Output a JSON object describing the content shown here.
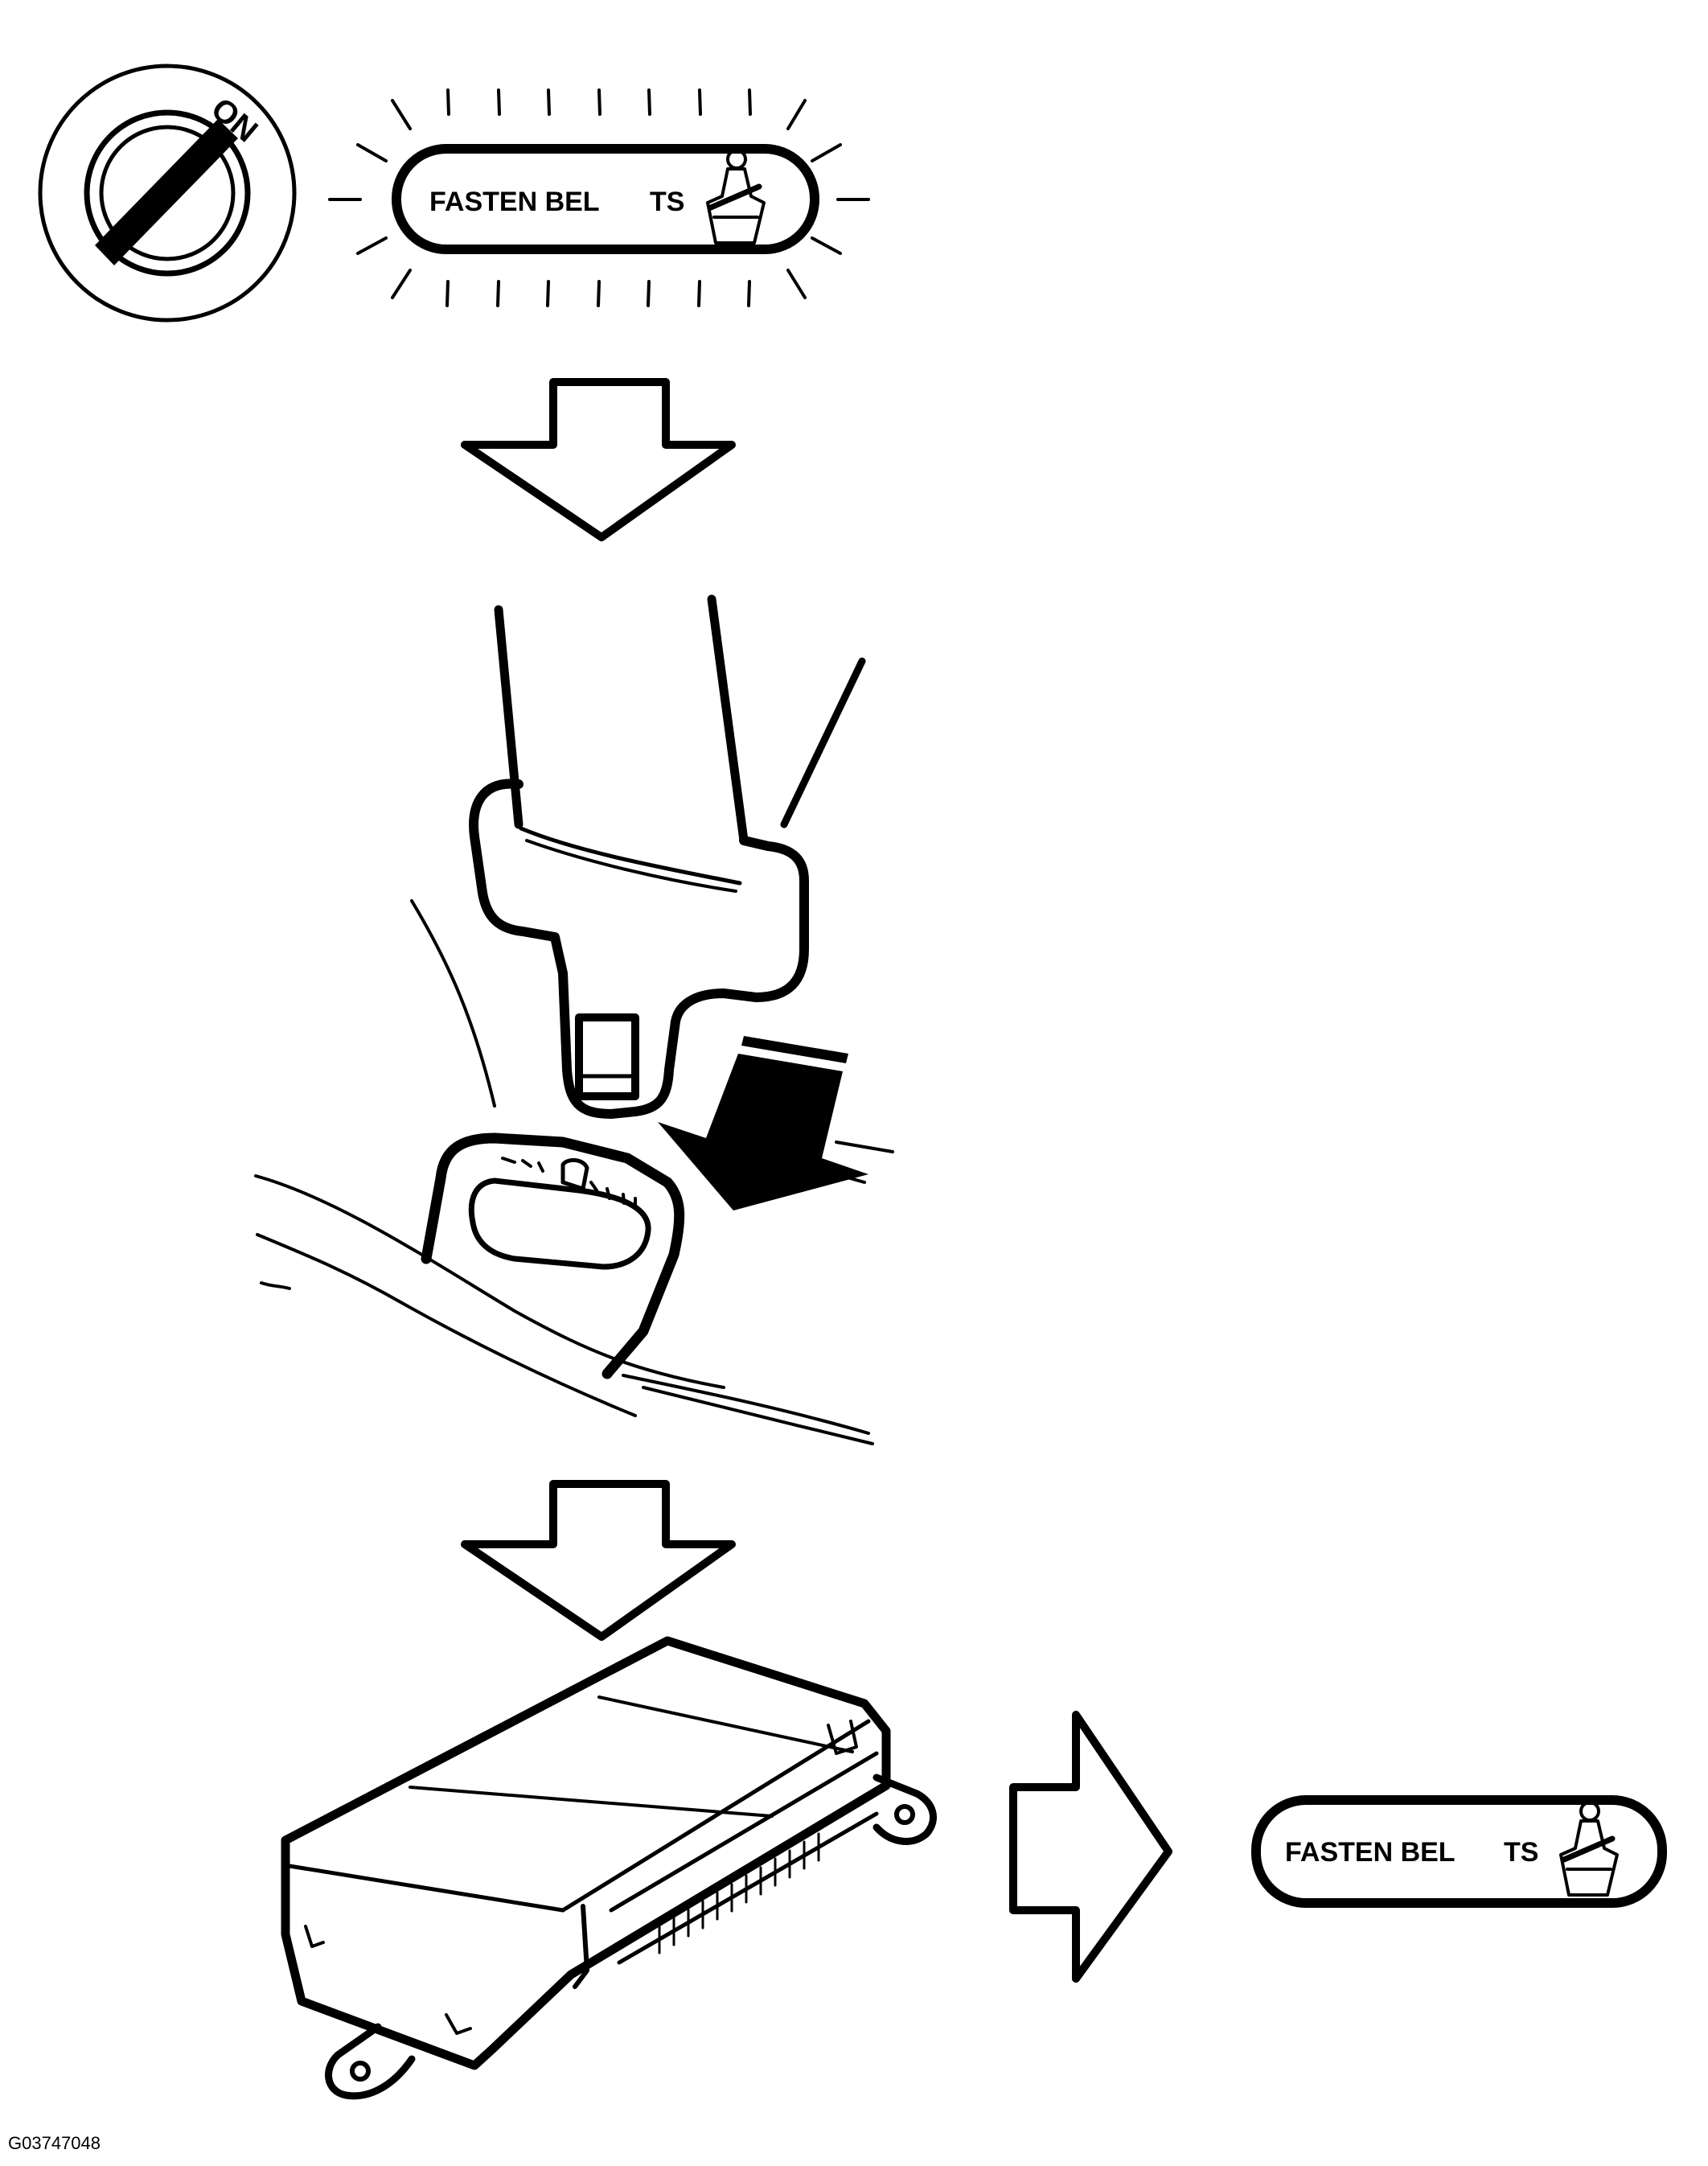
{
  "ignition": {
    "on_label": "ON"
  },
  "warning_lamp": {
    "text_part1": "FASTEN BEL",
    "text_part2": "TS",
    "state": "lit"
  },
  "result_lamp": {
    "text_part1": "FASTEN BEL",
    "text_part2": "TS",
    "state": "off"
  },
  "figure_id": "G03747048",
  "colors": {
    "ink": "#000000",
    "paper": "#ffffff"
  }
}
